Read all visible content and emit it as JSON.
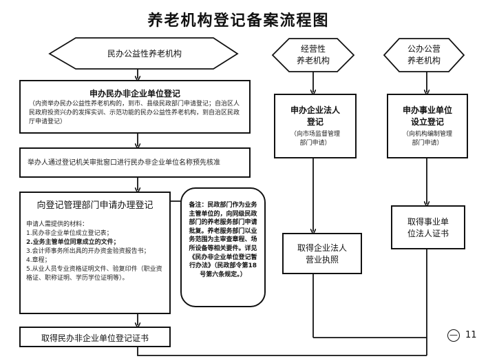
{
  "title": "养老机构登记备案流程图",
  "left": {
    "start": "民办公益性养老机构",
    "register": {
      "title": "申办民办非企业单位登记",
      "desc": "（内资举办民办公益性养老机构的，到市、县级民政部门申请登记；自治区人民政府投资兴办的发挥实训、示范功能的民办公益性养老机构，到自治区民政厅申请登记）"
    },
    "name_check": "举办人通过登记机关审批窗口进行民办非企业单位名称预先核准",
    "apply": {
      "title": "向登记管理部门申请办理登记",
      "materials_title": "申请人需提供的材料：",
      "items": [
        "1.民办非企业单位成立登记表；",
        "2.业务主管单位同意成立的文件；",
        "3.会计师事务所出具的开办资金验资报告书；",
        "4.章程；",
        "5.从业人员专业资格证明文件、验复印件（职业资格证、职称证明、学历学位证明等）。"
      ]
    },
    "note": "备注：民政部门作为业务主管单位的，向同级民政部门的养老服务部门申请批复。养老服务部门以业务范围为主审查章程、场所设备等相关要件。详见《民办非企业单位登记暂行办法》（民政部令第18号第六条规定。）",
    "certificate": "取得民办非企业单位登记证书"
  },
  "middle": {
    "start_line1": "经营性",
    "start_line2": "养老机构",
    "register_line1": "申办企业法人",
    "register_line2": "登记",
    "desc_line1": "（向市场监督管理",
    "desc_line2": "部门申请）",
    "result_line1": "取得企业法人",
    "result_line2": "营业执照"
  },
  "right": {
    "start_line1": "公办公营",
    "start_line2": "养老机构",
    "register_line1": "申办事业单位",
    "register_line2": "设立登记",
    "desc_line1": "（向机构编制管理",
    "desc_line2": "部门申请）",
    "result_line1": "取得事业单",
    "result_line2": "位法人证书"
  },
  "page": {
    "symbol": "—",
    "number": "11"
  }
}
